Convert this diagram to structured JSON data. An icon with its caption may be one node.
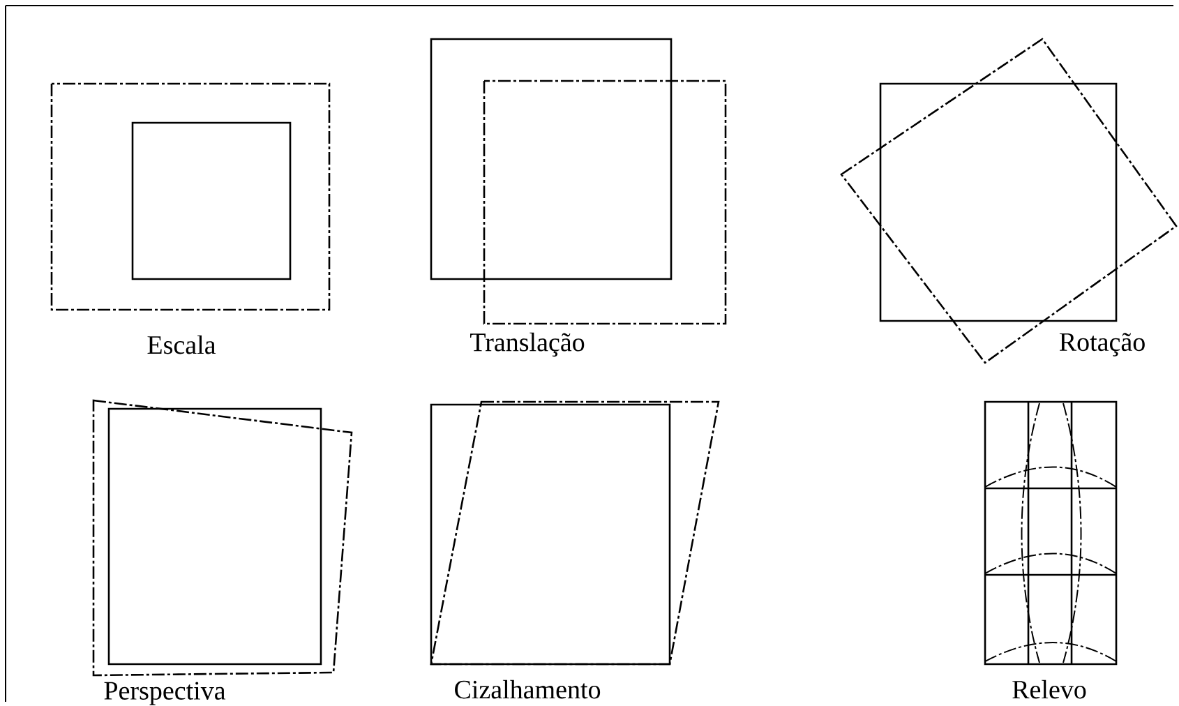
{
  "diagram": {
    "labels": [
      "Escala",
      "Translação",
      "Rotação",
      "Perspectiva",
      "Cizalhamento",
      "Relevo"
    ]
  }
}
